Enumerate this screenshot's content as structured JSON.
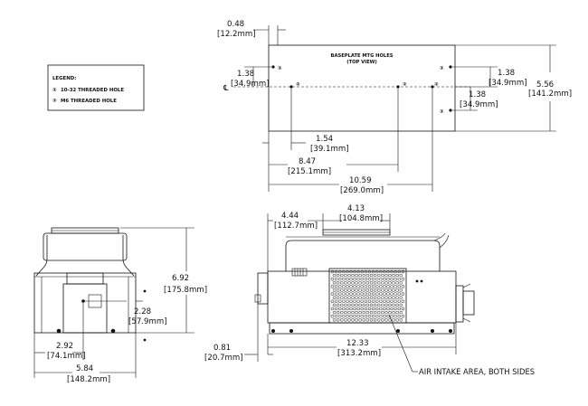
{
  "legend": {
    "title": "LEGEND:",
    "items": [
      {
        "marker": "①",
        "text": "10-32 THREADED HOLE"
      },
      {
        "marker": "②",
        "text": "M6 THREADED HOLE"
      }
    ]
  },
  "top_view": {
    "title_line1": "BASEPLATE MTG HOLES",
    "title_line2": "(TOP VIEW)",
    "centerline_symbol": "℄",
    "hole_labels": [
      "①",
      "②",
      "②",
      "②",
      "①",
      "①"
    ],
    "dims": {
      "d048": {
        "in": "0.48",
        "mm": "[12.2mm]"
      },
      "d138_left": {
        "in": "1.38",
        "mm": "[34.9mm]"
      },
      "d138_right_top": {
        "in": "1.38",
        "mm": "[34.9mm]"
      },
      "d138_right_bottom": {
        "in": "1.38",
        "mm": "[34.9mm]"
      },
      "d556": {
        "in": "5.56",
        "mm": "[141.2mm]"
      },
      "d154": {
        "in": "1.54",
        "mm": "[39.1mm]"
      },
      "d847": {
        "in": "8.47",
        "mm": "[215.1mm]"
      },
      "d1059": {
        "in": "10.59",
        "mm": "[269.0mm]"
      }
    }
  },
  "front_view": {
    "dims": {
      "d692": {
        "in": "6.92",
        "mm": "[175.8mm]"
      },
      "d228": {
        "in": "2.28",
        "mm": "[57.9mm]"
      },
      "d292": {
        "in": "2.92",
        "mm": "[74.1mm]"
      },
      "d584": {
        "in": "5.84",
        "mm": "[148.2mm]"
      }
    }
  },
  "side_view": {
    "dims": {
      "d444": {
        "in": "4.44",
        "mm": "[112.7mm]"
      },
      "d413": {
        "in": "4.13",
        "mm": "[104.8mm]"
      },
      "d081": {
        "in": "0.81",
        "mm": "[20.7mm]"
      },
      "d1233": {
        "in": "12.33",
        "mm": "[313.2mm]"
      }
    },
    "callout": "AIR INTAKE AREA, BOTH SIDES"
  }
}
